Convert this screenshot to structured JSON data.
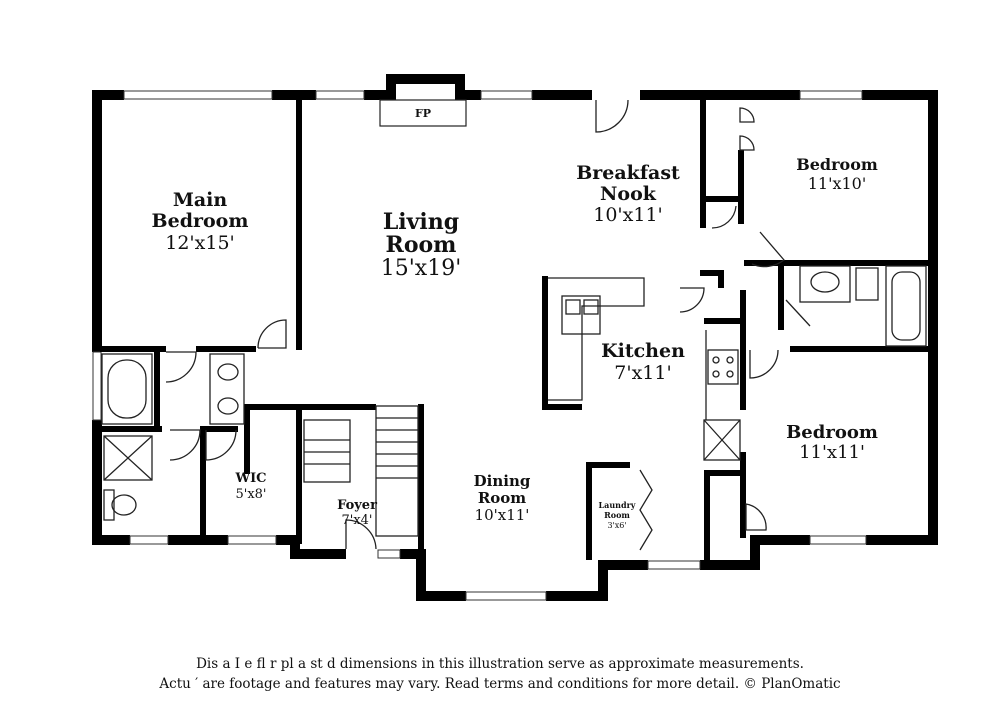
{
  "rooms": {
    "main_bedroom": {
      "line1": "Main",
      "line2": "Bedroom",
      "dims": "12'x15'"
    },
    "living_room": {
      "line1": "Living",
      "line2": "Room",
      "dims": "15'x19'"
    },
    "breakfast_nook": {
      "line1": "Breakfast",
      "line2": "Nook",
      "dims": "10'x11'"
    },
    "bedroom_top": {
      "line1": "Bedroom",
      "dims": "11'x10'"
    },
    "kitchen": {
      "line1": "Kitchen",
      "dims": "7'x11'"
    },
    "bedroom_bottom": {
      "line1": "Bedroom",
      "dims": "11'x11'"
    },
    "dining_room": {
      "line1": "Dining",
      "line2": "Room",
      "dims": "10'x11'"
    },
    "foyer": {
      "line1": "Foyer",
      "dims": "7'x4'"
    },
    "wic": {
      "line1": "WIC",
      "dims": "5'x8'"
    },
    "laundry": {
      "line1": "Laundry",
      "line2": "Room",
      "dims": "3'x6'"
    },
    "fireplace": {
      "label": "FP"
    }
  },
  "disclaimer": {
    "line1": "Dis  a        I  e fl   r pl  a     st   d dimensions in this illustration serve as approximate measurements.",
    "line2": "Actu   ′   are footage and features may vary. Read terms and conditions for more detail. © PlanOmatic"
  }
}
